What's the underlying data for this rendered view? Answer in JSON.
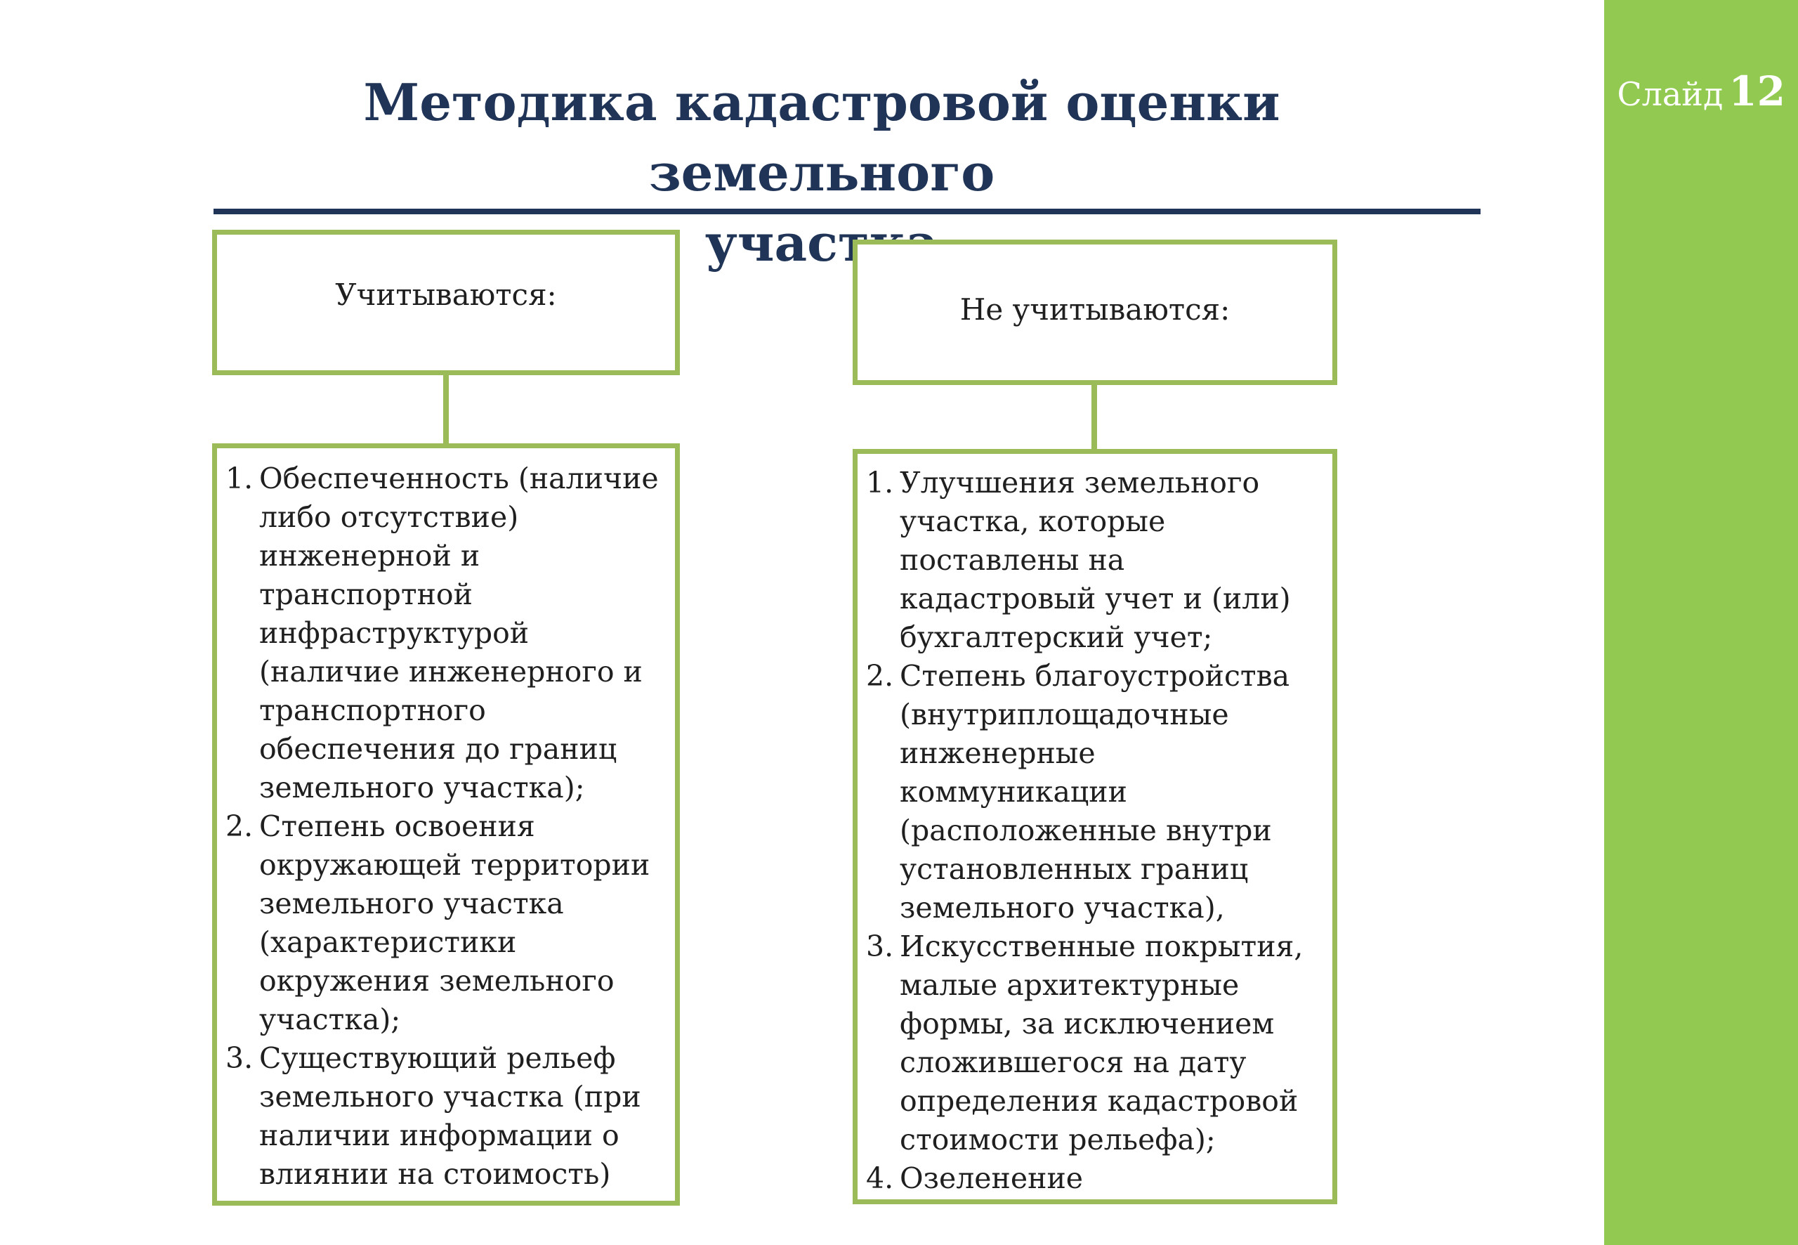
{
  "slide": {
    "word": "Слайд",
    "number": "12"
  },
  "title": {
    "line1": "Методика кадастровой оценки земельного",
    "line2": "участка"
  },
  "left": {
    "header": "Учитываются:",
    "items": [
      {
        "num": "1.",
        "text": "Обеспеченность (наличие либо отсутствие) инженерной и транспортной инфраструктурой (наличие инженерного и транспортного обеспечения до границ земельного участка);"
      },
      {
        "num": "2.",
        "text": "Степень освоения окружающей территории земельного участка (характеристики окружения земельного участка);"
      },
      {
        "num": "3.",
        "text": "Существующий рельеф земельного участка (при наличии информации о влиянии на стоимость)"
      }
    ]
  },
  "right": {
    "header": "Не учитываются:",
    "items": [
      {
        "num": "1.",
        "text": "Улучшения земельного участка, которые поставлены на кадастровый учет и (или) бухгалтерский учет;"
      },
      {
        "num": "2.",
        "text": "Степень благоустройства (внутриплощадочные инженерные коммуникации (расположенные внутри установленных границ земельного участка),"
      },
      {
        "num": "3.",
        "text": "Искусственные покрытия, малые архитектурные формы, за исключением сложившегося на дату определения кадастровой стоимости рельефа);"
      },
      {
        "num": "4.",
        "text": "Озеленение"
      }
    ]
  },
  "colors": {
    "accent_green": "#92c950",
    "box_border": "#9bbb59",
    "title": "#1f3456"
  }
}
